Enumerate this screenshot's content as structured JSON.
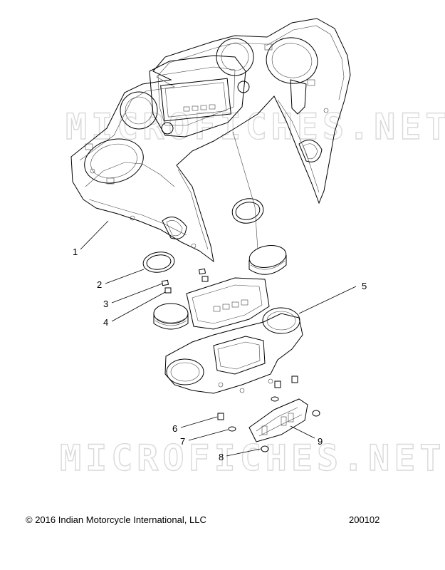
{
  "watermark": {
    "text": "MICROFICHES.NET"
  },
  "callouts": [
    {
      "num": "1"
    },
    {
      "num": "2"
    },
    {
      "num": "3"
    },
    {
      "num": "4"
    },
    {
      "num": "5"
    },
    {
      "num": "6"
    },
    {
      "num": "7"
    },
    {
      "num": "8"
    },
    {
      "num": "9"
    }
  ],
  "footer": {
    "copyright": "© 2016 Indian Motorcycle International, LLC",
    "code": "200102"
  },
  "colors": {
    "line": "#000000",
    "watermark": "#d9d9d9",
    "background": "#ffffff"
  }
}
